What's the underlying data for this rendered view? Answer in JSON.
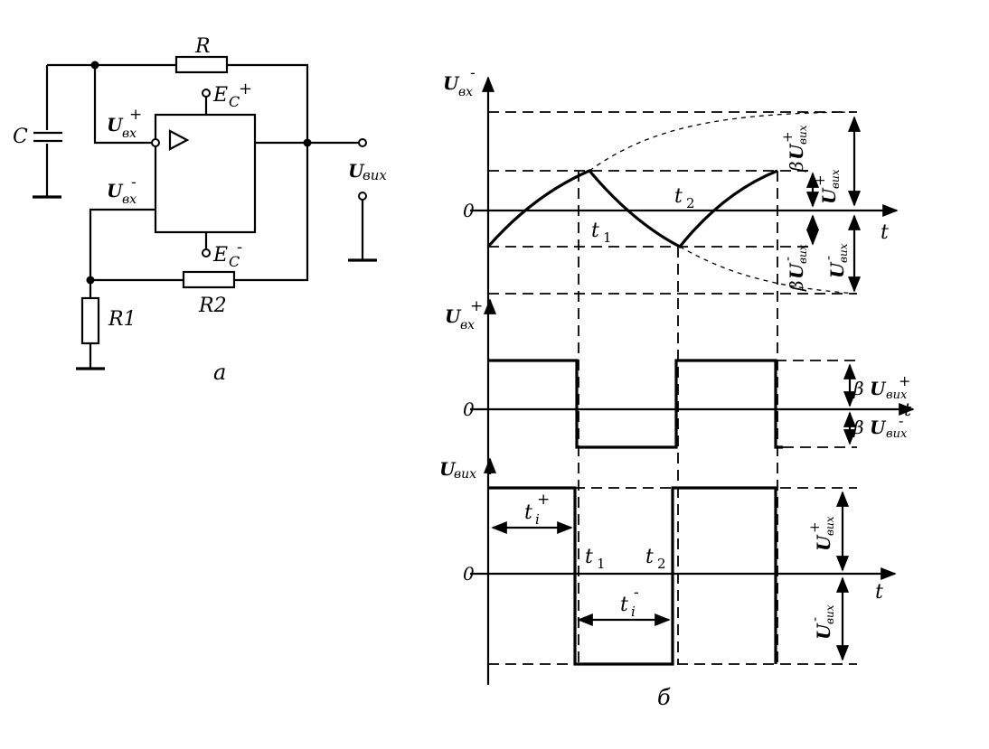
{
  "circuit": {
    "R": "R",
    "C": "C",
    "R1": "R1",
    "R2": "R2",
    "U": "U",
    "u_in_p_sub": "вх",
    "u_in_p_sup": "+",
    "u_in_n_sub": "вх",
    "u_in_n_sup": "-",
    "u_out_sub": "вих",
    "E": "E",
    "E_sub": "C",
    "E_plus": "+",
    "E_minus": "-",
    "part_label": "а"
  },
  "timing": {
    "part_label": "б",
    "U": "U",
    "beta": "β",
    "t": "t",
    "t1": "t",
    "t1_sub": "1",
    "t2": "t",
    "t2_sub": "2",
    "zero": "0",
    "sub_in": "вх",
    "sub_out": "вих",
    "plus": "+",
    "minus": "-",
    "ti": "t",
    "ti_sub": "i",
    "ti_plus": "+",
    "ti_minus": "-"
  }
}
